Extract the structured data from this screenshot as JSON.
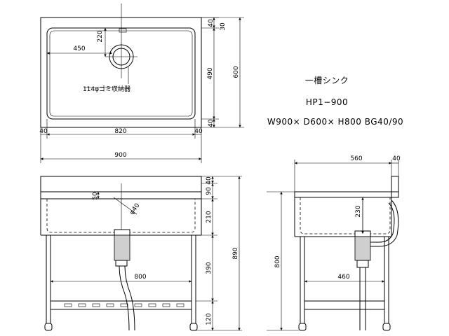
{
  "info": {
    "name": "一槽シンク",
    "model": "HP1−900",
    "spec": "W900× D600× H800  BG40/90"
  },
  "plan": {
    "dim_220": "220",
    "dim_450": "450",
    "dim_30": "30",
    "dim_40_top": "40",
    "dim_490": "490",
    "dim_600": "600",
    "dim_40_bottom": "40",
    "dim_40_left": "40",
    "dim_820": "820",
    "dim_40_right": "40",
    "dim_900": "900",
    "drain_label": "114φゴミ収納器"
  },
  "front": {
    "dim_50": "50",
    "dim_phi40": "φ40",
    "dim_40": "40",
    "dim_90": "90",
    "dim_210": "210",
    "dim_390": "390",
    "dim_120": "120",
    "dim_890": "890",
    "dim_800": "800"
  },
  "side": {
    "dim_560": "560",
    "dim_40": "40",
    "dim_230": "230",
    "dim_800": "800",
    "dim_460": "460"
  }
}
